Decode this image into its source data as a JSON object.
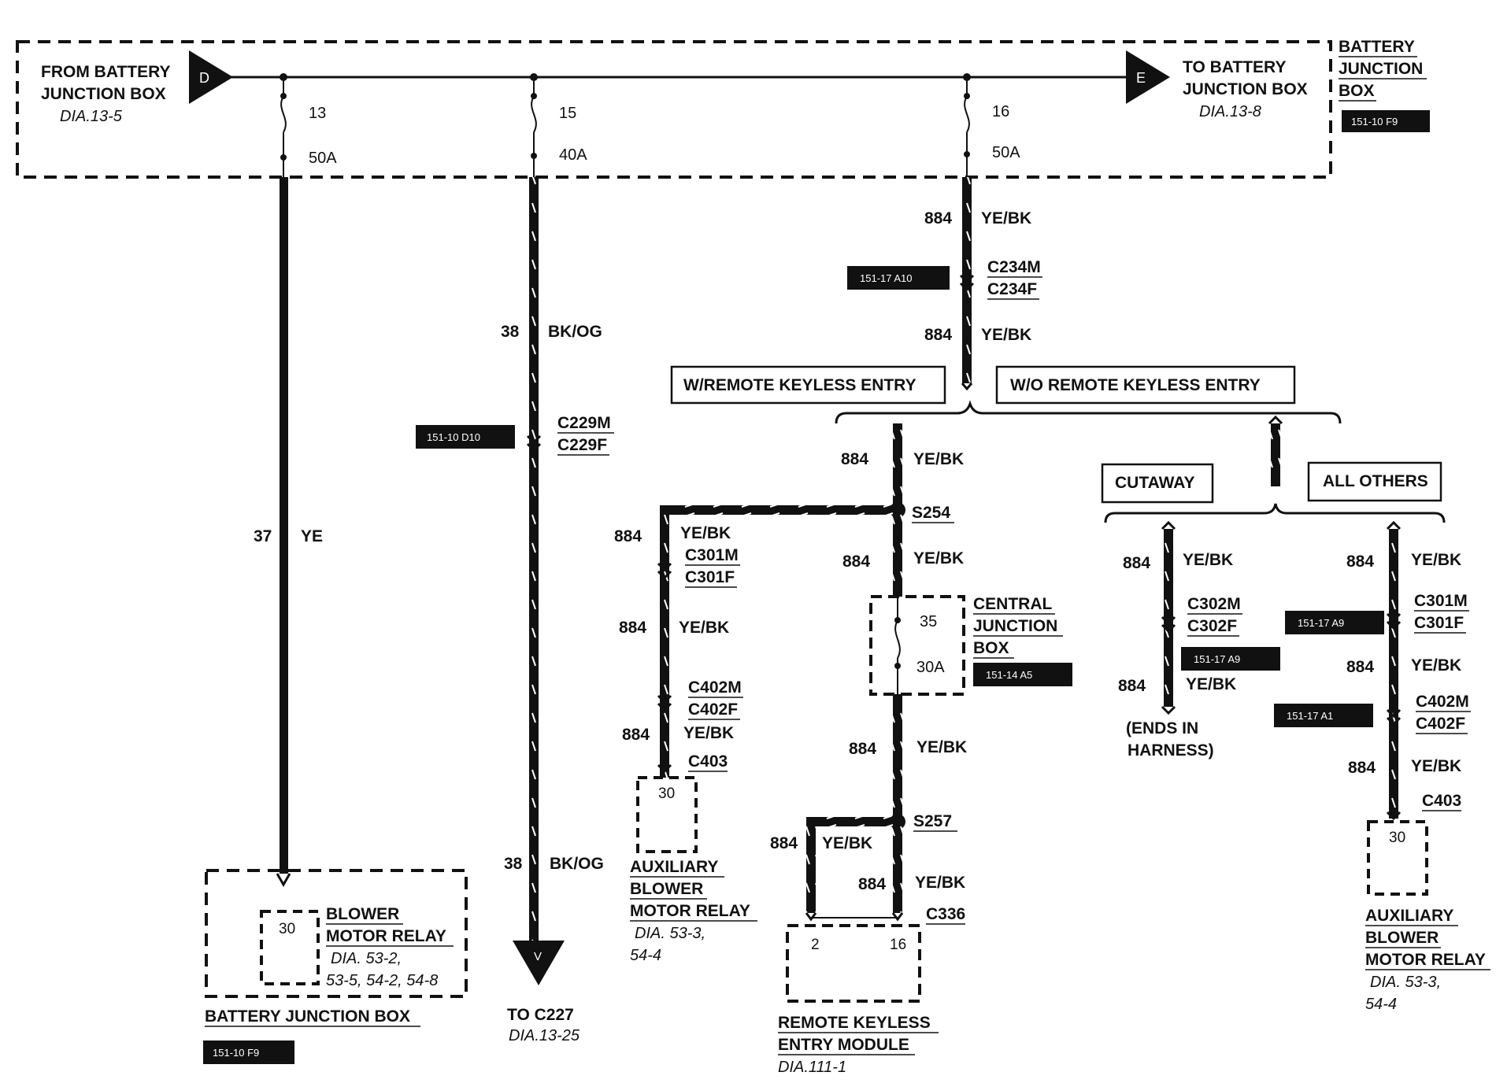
{
  "battery_jb_top": {
    "from_line1": "FROM BATTERY",
    "from_line2": "JUNCTION BOX",
    "from_dia": "DIA.13-5",
    "to_line1": "TO BATTERY",
    "to_line2": "JUNCTION BOX",
    "to_dia": "DIA.13-8",
    "box_line1": "BATTERY",
    "box_line2": "JUNCTION",
    "box_line3": "BOX",
    "box_ref": "151-10 F9",
    "connector_d": "D",
    "connector_e": "E"
  },
  "fuses": [
    {
      "number": "13",
      "rating": "50A"
    },
    {
      "number": "15",
      "rating": "40A"
    },
    {
      "number": "16",
      "rating": "50A"
    }
  ],
  "circuit_37": {
    "circuit": "37",
    "color": "YE",
    "pin": "30",
    "relay_line1": "BLOWER",
    "relay_line2": "MOTOR RELAY",
    "dia_line1": "DIA. 53-2,",
    "dia_line2": "53-5, 54-2, 54-8",
    "box_label": "BATTERY JUNCTION BOX",
    "box_ref": "151-10 F9"
  },
  "circuit_38": {
    "circuit_top": "38",
    "color_top": "BK/OG",
    "connector_m": "C229M",
    "connector_f": "C229F",
    "connector_ref": "151-10 D10",
    "circuit_bottom": "38",
    "color_bottom": "BK/OG",
    "connector_v": "V",
    "to_label": "TO C227",
    "to_dia": "DIA.13-25"
  },
  "circuit_884": {
    "top": {
      "circuit": "884",
      "color": "YE/BK"
    },
    "c234m": "C234M",
    "c234f": "C234F",
    "c234_ref": "151-17 A10",
    "below": {
      "circuit": "884",
      "color": "YE/BK"
    },
    "with_rke": "W/REMOTE KEYLESS ENTRY",
    "without_rke": "W/O REMOTE KEYLESS ENTRY"
  },
  "with_rke": {
    "seg1": {
      "circuit": "884",
      "color": "YE/BK"
    },
    "s254": "S254",
    "seg2": {
      "circuit": "884",
      "color": "YE/BK"
    },
    "central_line1": "CENTRAL",
    "central_line2": "JUNCTION",
    "central_line3": "BOX",
    "central_ref": "151-14 A5",
    "fuse_number": "35",
    "fuse_rating": "30A",
    "seg3": {
      "circuit": "884",
      "color": "YE/BK"
    },
    "s257": "S257",
    "seg4": {
      "circuit": "884",
      "color": "YE/BK"
    },
    "seg5": {
      "circuit": "884",
      "color": "YE/BK"
    },
    "c336": "C336",
    "pin_a": "2",
    "pin_b": "16",
    "module_line1": "REMOTE KEYLESS",
    "module_line2": "ENTRY MODULE",
    "module_dia": "DIA.111-1",
    "aux": {
      "seg1": {
        "circuit": "884",
        "color": "YE/BK"
      },
      "c301m": "C301M",
      "c301f": "C301F",
      "seg2": {
        "circuit": "884",
        "color": "YE/BK"
      },
      "c402m": "C402M",
      "c402f": "C402F",
      "seg3": {
        "circuit": "884",
        "color": "YE/BK"
      },
      "c403": "C403",
      "pin": "30",
      "relay_line1": "AUXILIARY",
      "relay_line2": "BLOWER",
      "relay_line3": "MOTOR RELAY",
      "dia_line1": "DIA. 53-3,",
      "dia_line2": "54-4"
    }
  },
  "without_rke": {
    "cutaway": "CUTAWAY",
    "all_others": "ALL OTHERS",
    "cut": {
      "seg1": {
        "circuit": "884",
        "color": "YE/BK"
      },
      "c302m": "C302M",
      "c302f": "C302F",
      "ref": "151-17 A9",
      "seg2": {
        "circuit": "884",
        "color": "YE/BK"
      },
      "ends_line1": "(ENDS IN",
      "ends_line2": "HARNESS)"
    },
    "others": {
      "seg1": {
        "circuit": "884",
        "color": "YE/BK"
      },
      "c301m": "C301M",
      "c301f": "C301F",
      "c301_ref": "151-17 A9",
      "seg2": {
        "circuit": "884",
        "color": "YE/BK"
      },
      "c402m": "C402M",
      "c402f": "C402F",
      "c402_ref": "151-17 A1",
      "seg3": {
        "circuit": "884",
        "color": "YE/BK"
      },
      "c403": "C403",
      "pin": "30",
      "relay_line1": "AUXILIARY",
      "relay_line2": "BLOWER",
      "relay_line3": "MOTOR RELAY",
      "dia_line1": "DIA. 53-3,",
      "dia_line2": "54-4"
    }
  }
}
